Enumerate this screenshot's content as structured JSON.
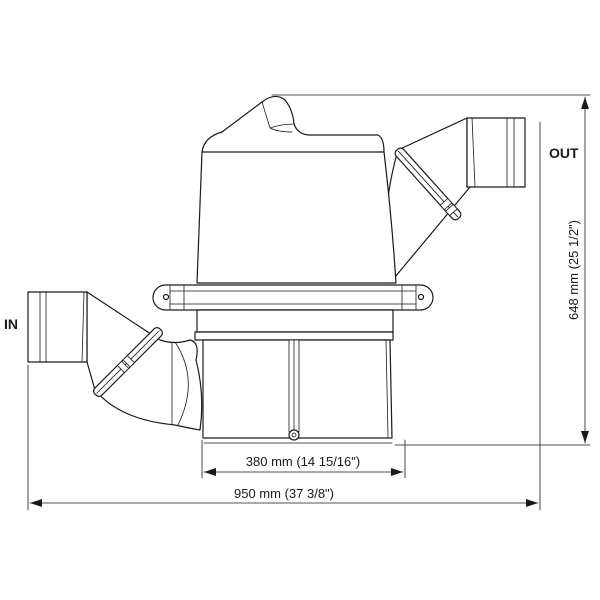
{
  "labels": {
    "inlet": "IN",
    "outlet": "OUT",
    "base_width": "380 mm (14 15/16\")",
    "overall_width": "950 mm (37 3/8\")",
    "overall_height": "648 mm (25 1/2\")"
  },
  "colors": {
    "line": "#1a1a1a",
    "background": "#ffffff"
  }
}
